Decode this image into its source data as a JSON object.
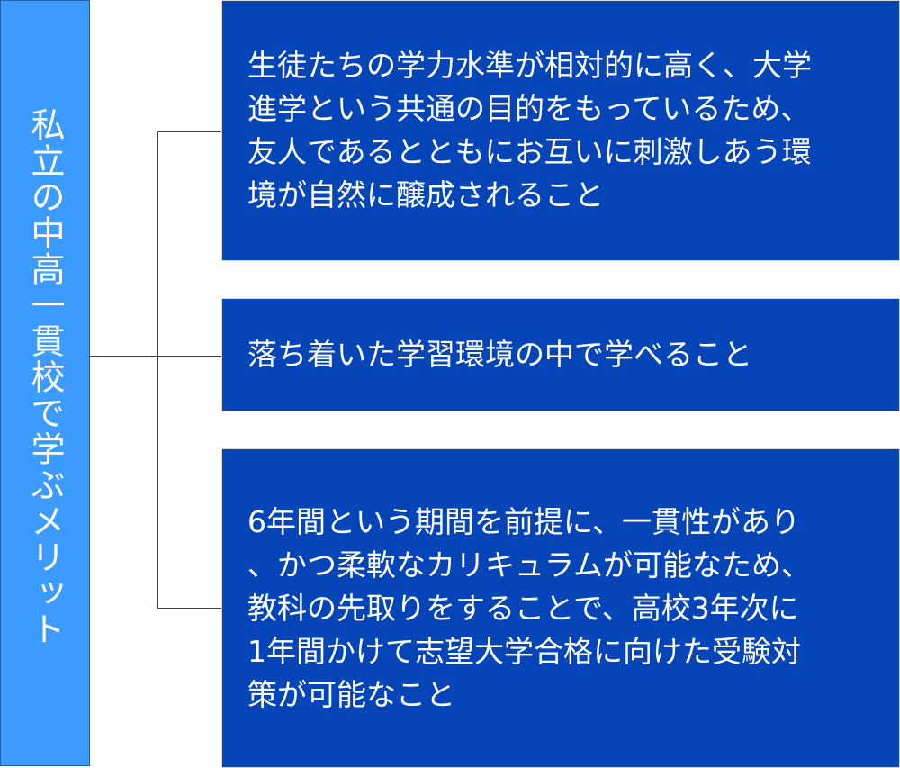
{
  "root": {
    "title": "私立の中高一貫校で学ぶメリット"
  },
  "branches": [
    {
      "text": "生徒たちの学力水準が相対的に高く、大学\n進学という共通の目的をもっているため、\n友人であるとともにお互いに刺激しあう環\n境が自然に醸成されること"
    },
    {
      "text": "落ち着いた学習環境の中で学べること"
    },
    {
      "text": "6年間という期間を前提に、一貫性があり\n、かつ柔軟なカリキュラムが可能なため、\n教科の先取りをすることで、高校3年次に\n1年間かけて志望大学合格に向けた受験対\n策が可能なこと"
    }
  ],
  "colors": {
    "root_fill": "#3b9bff",
    "branch_fill": "#0645b8",
    "text": "#ffffff",
    "connector": "#444444"
  }
}
